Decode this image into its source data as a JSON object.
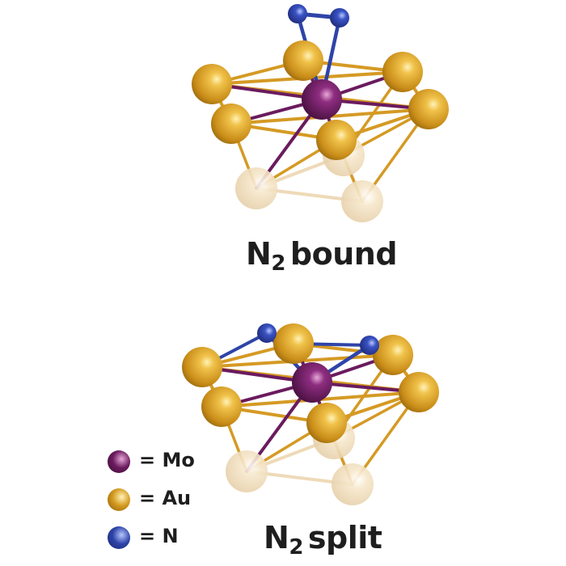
{
  "colors": {
    "mo": "#6a1b5e",
    "au": "#d49a1e",
    "au_back": "#efdcbc",
    "n": "#2e44a8",
    "bond_au": "#d59a24",
    "bond_au_back": "#eedab8",
    "bond_mo": "#6a1b5e",
    "bond_n": "#2e44a8"
  },
  "structures": [
    {
      "caption_main": "N",
      "caption_sub": "2",
      "caption_rest": "bound",
      "state": "bound"
    },
    {
      "caption_main": "N",
      "caption_sub": "2",
      "caption_rest": "split",
      "state": "split"
    }
  ],
  "legend": [
    {
      "element": "mo",
      "label": "= Mo"
    },
    {
      "element": "au",
      "label": "= Au"
    },
    {
      "element": "n",
      "label": "= N"
    }
  ]
}
